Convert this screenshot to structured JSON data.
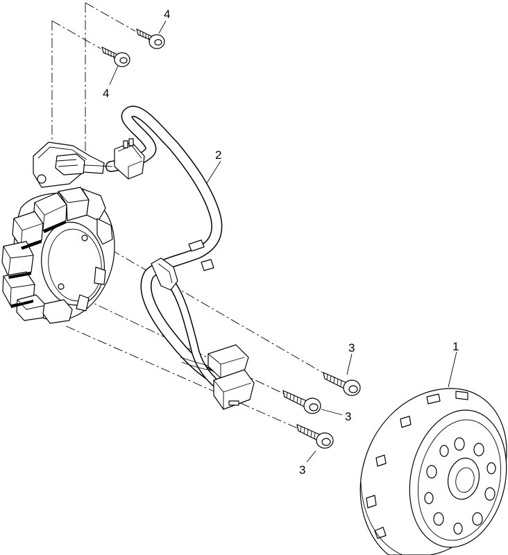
{
  "callouts": [
    {
      "id": "flywheel",
      "text": "1"
    },
    {
      "id": "harness",
      "text": "2"
    },
    {
      "id": "bolt-a",
      "text": "3"
    },
    {
      "id": "bolt-b",
      "text": "3"
    },
    {
      "id": "bolt-c",
      "text": "3"
    },
    {
      "id": "screw-a",
      "text": "4"
    },
    {
      "id": "screw-b",
      "text": "4"
    }
  ],
  "colors": {
    "line": "#000000",
    "background": "#ffffff"
  }
}
